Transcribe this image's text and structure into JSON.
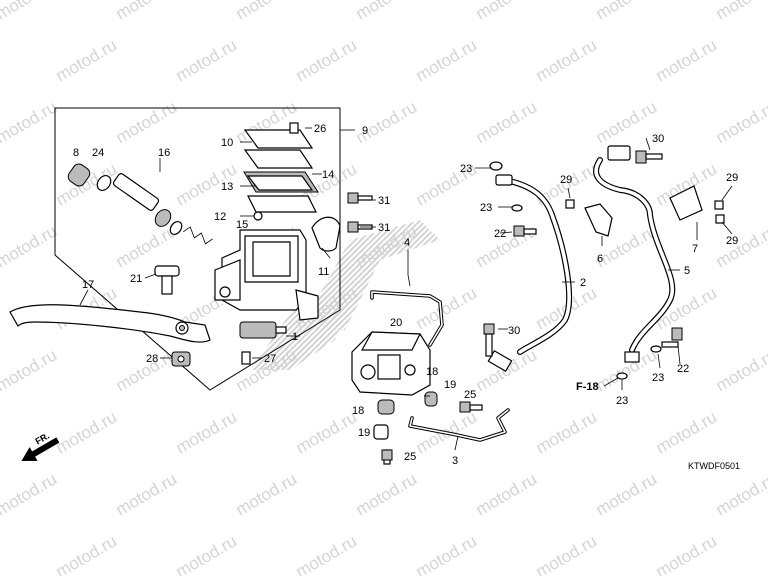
{
  "watermark": "motod.ru",
  "diagram_code": "KTWDF0501",
  "reference_label": "F-18",
  "direction_label": "FR.",
  "callouts": [
    "1",
    "2",
    "3",
    "4",
    "5",
    "6",
    "7",
    "8",
    "9",
    "10",
    "11",
    "12",
    "13",
    "14",
    "15",
    "16",
    "17",
    "18",
    "19",
    "20",
    "21",
    "22",
    "23",
    "24",
    "25",
    "26",
    "27",
    "28",
    "29",
    "30",
    "31"
  ]
}
